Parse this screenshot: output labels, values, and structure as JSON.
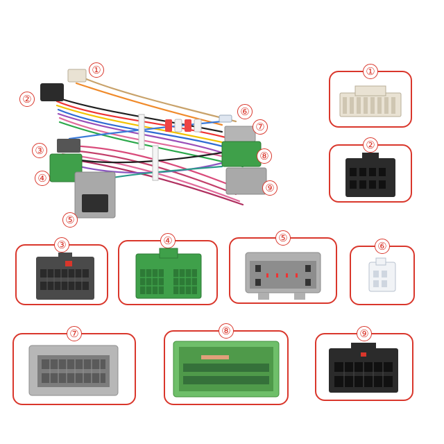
{
  "labels": {
    "c1": "①",
    "c2": "②",
    "c3": "③",
    "c4": "④",
    "c5": "⑤",
    "c6": "⑥",
    "c7": "⑦",
    "c8": "⑧",
    "c9": "⑨"
  },
  "colors": {
    "outline": "#d9362b",
    "white_connector": "#e9e2d3",
    "black_connector": "#2b2b2b",
    "grey_connector": "#a9a9a9",
    "green_connector": "#3fa04a"
  }
}
